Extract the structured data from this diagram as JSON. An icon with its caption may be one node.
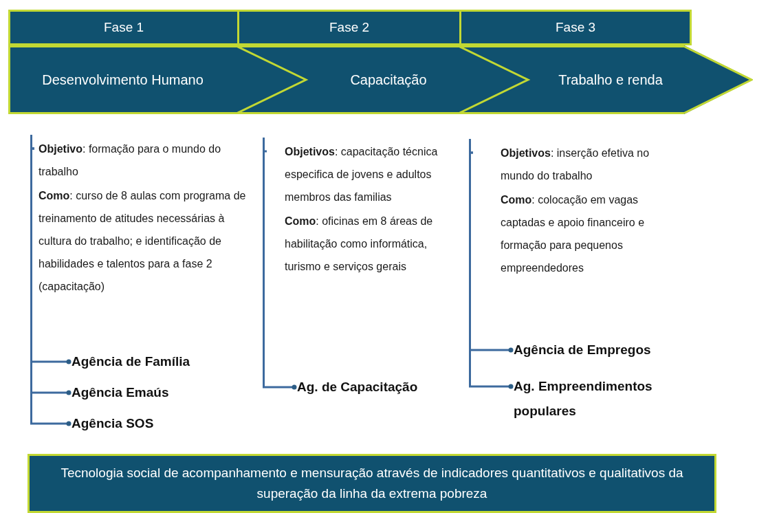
{
  "diagram": {
    "nodes": [
      {
        "text": [
          "Fase 1"
        ]
      },
      {
        "text": [
          "Fase 2"
        ]
      },
      {
        "text": [
          "Fase 3"
        ]
      },
      {
        "text": [
          "Desenvolvimento Humano"
        ]
      },
      {
        "text": [
          "Capacitação"
        ]
      },
      {
        "text": [
          "Trabalho e renda"
        ]
      },
      {
        "text": [
          "**Objetivo**: formação para o mundo do trabalho",
          "**Como**: curso de 8 aulas com programa de treinamento de atitudes necessárias à cultura do trabalho; e identificação de habilidades e talentos para a fase 2 (capacitação)"
        ]
      },
      {
        "text": [
          "Agência de Família"
        ]
      },
      {
        "text": [
          "Agência Emaús"
        ]
      },
      {
        "text": [
          "Agência SOS"
        ]
      },
      {
        "text": [
          "**Objetivos**: capacitação técnica especifica de jovens e adultos membros das familias",
          "**Como**: oficinas em 8 áreas de habilitação como informática, turismo e serviços gerais"
        ]
      },
      {
        "text": [
          "Ag. de Capacitação"
        ]
      },
      {
        "text": [
          "**Objetivos**: inserção efetiva no mundo do trabalho",
          "**Como**: colocação em vagas captadas e apoio financeiro e formação para pequenos empreendedores"
        ]
      },
      {
        "text": [
          "Agência de Empregos"
        ]
      },
      {
        "text": [
          "Ag. Empreendimentos populares"
        ]
      },
      {
        "text": [
          "Tecnologia social de acompanhamento e mensuração através de indicadores quantitativos e qualitativos da superação da linha da extrema pobreza"
        ]
      }
    ],
    "edges": [
      {
        "from": 6,
        "to": 7,
        "arrow": "other"
      },
      {
        "from": 6,
        "to": 8,
        "arrow": "other"
      },
      {
        "from": 6,
        "to": 9,
        "arrow": "other"
      },
      {
        "from": 10,
        "to": 11,
        "arrow": "other"
      },
      {
        "from": 12,
        "to": 13,
        "arrow": "other"
      },
      {
        "from": 12,
        "to": 14,
        "arrow": "other"
      }
    ]
  }
}
